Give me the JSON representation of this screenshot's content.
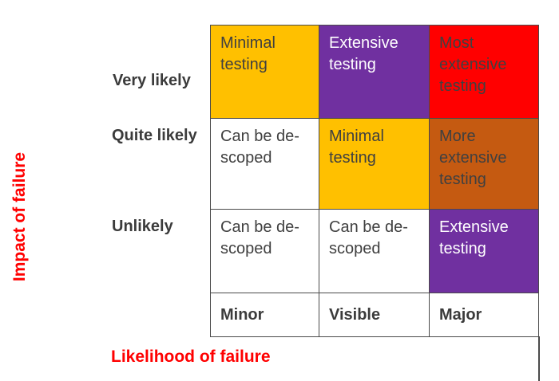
{
  "axes": {
    "y_label": "Impact of failure",
    "x_label": "Likelihood of failure",
    "label_color": "#FF0000"
  },
  "row_labels": [
    {
      "label": "Very likely"
    },
    {
      "label": "Quite likely"
    },
    {
      "label": "Unlikely"
    }
  ],
  "column_labels": [
    {
      "label": "Minor"
    },
    {
      "label": "Visible"
    },
    {
      "label": "Major"
    }
  ],
  "matrix": [
    [
      {
        "text": "Minimal\ntesting",
        "bg": "#FFC000",
        "fg": "#404040"
      },
      {
        "text": "Extensive\ntesting",
        "bg": "#7030A0",
        "fg": "#FFFFFF"
      },
      {
        "text": "Most\nextensive\ntesting",
        "bg": "#FF0000",
        "fg": "#404040"
      }
    ],
    [
      {
        "text": "Can be de-\nscoped",
        "bg": "#FFFFFF",
        "fg": "#404040"
      },
      {
        "text": "Minimal\ntesting",
        "bg": "#FFC000",
        "fg": "#404040"
      },
      {
        "text": "More\nextensive\ntesting",
        "bg": "#C55A11",
        "fg": "#404040"
      }
    ],
    [
      {
        "text": "Can be de-\nscoped",
        "bg": "#FFFFFF",
        "fg": "#404040"
      },
      {
        "text": "Can be de-\nscoped",
        "bg": "#FFFFFF",
        "fg": "#404040"
      },
      {
        "text": "Extensive\ntesting",
        "bg": "#7030A0",
        "fg": "#FFFFFF"
      }
    ]
  ],
  "style": {
    "grid_border_color": "#4A4A4A",
    "label_text_color": "#3B3B3B",
    "background": "#FFFFFF"
  }
}
